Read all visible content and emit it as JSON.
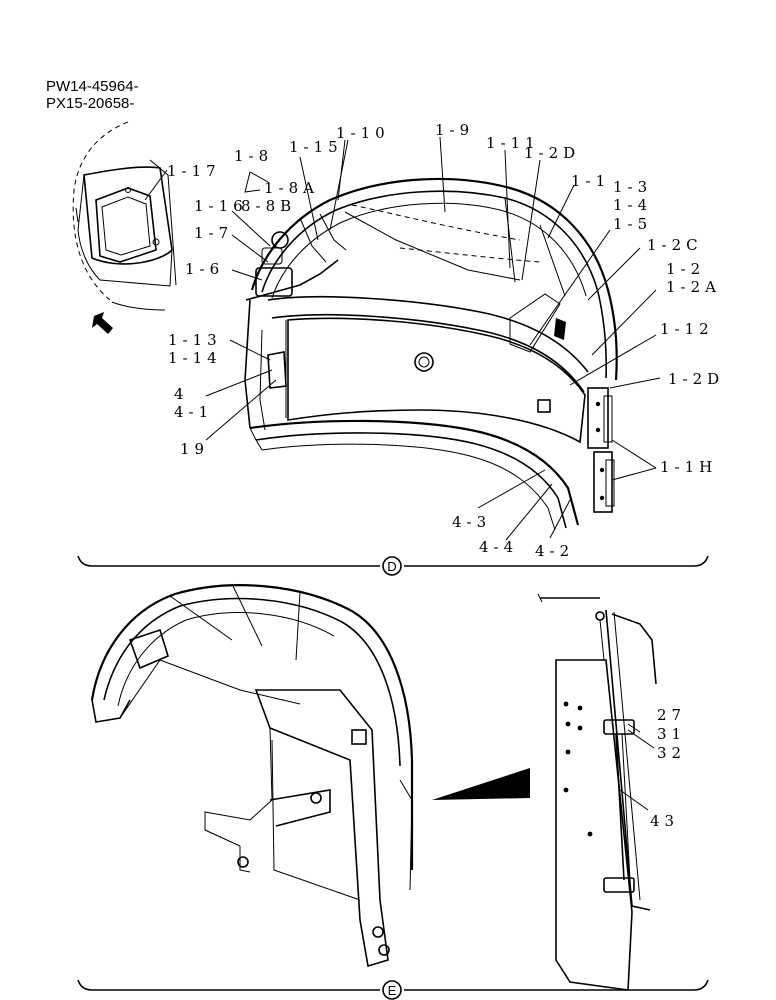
{
  "header": {
    "serial_1": "PW14-45964-",
    "serial_2": "PX15-20658-"
  },
  "view_d": {
    "label": "D",
    "callouts": {
      "c1_10": "1-10",
      "c1_9": "1-9",
      "c1_11": "1-11",
      "c1_2D_top": "1-2D",
      "c1_8": "1-8",
      "c1_15": "1-15",
      "c1_17": "1-17",
      "c1_8A": "1-8A",
      "c1_1": "1-1",
      "c1_3": "1-3",
      "c1_4": "1-4",
      "c1_5": "1-5",
      "c1_16": "1-16",
      "c8B": "8-8B",
      "c1_7": "1-7",
      "c1_2C": "1-2C",
      "c1_2": "1-2",
      "c1_2A": "1-2A",
      "c1_6": "1-6",
      "c1_12": "1-12",
      "c1_13": "1-13",
      "c1_14": "1-14",
      "c1_2D_right": "1-2D",
      "c4": "4",
      "c4_1": "4-1",
      "c19": "19",
      "c1_1H": "1-1H",
      "c4_3": "4-3",
      "c4_4": "4-4",
      "c4_2": "4-2"
    }
  },
  "view_e": {
    "label": "E",
    "callouts": {
      "c27": "27",
      "c31": "31",
      "c32": "32",
      "c43": "43"
    }
  }
}
